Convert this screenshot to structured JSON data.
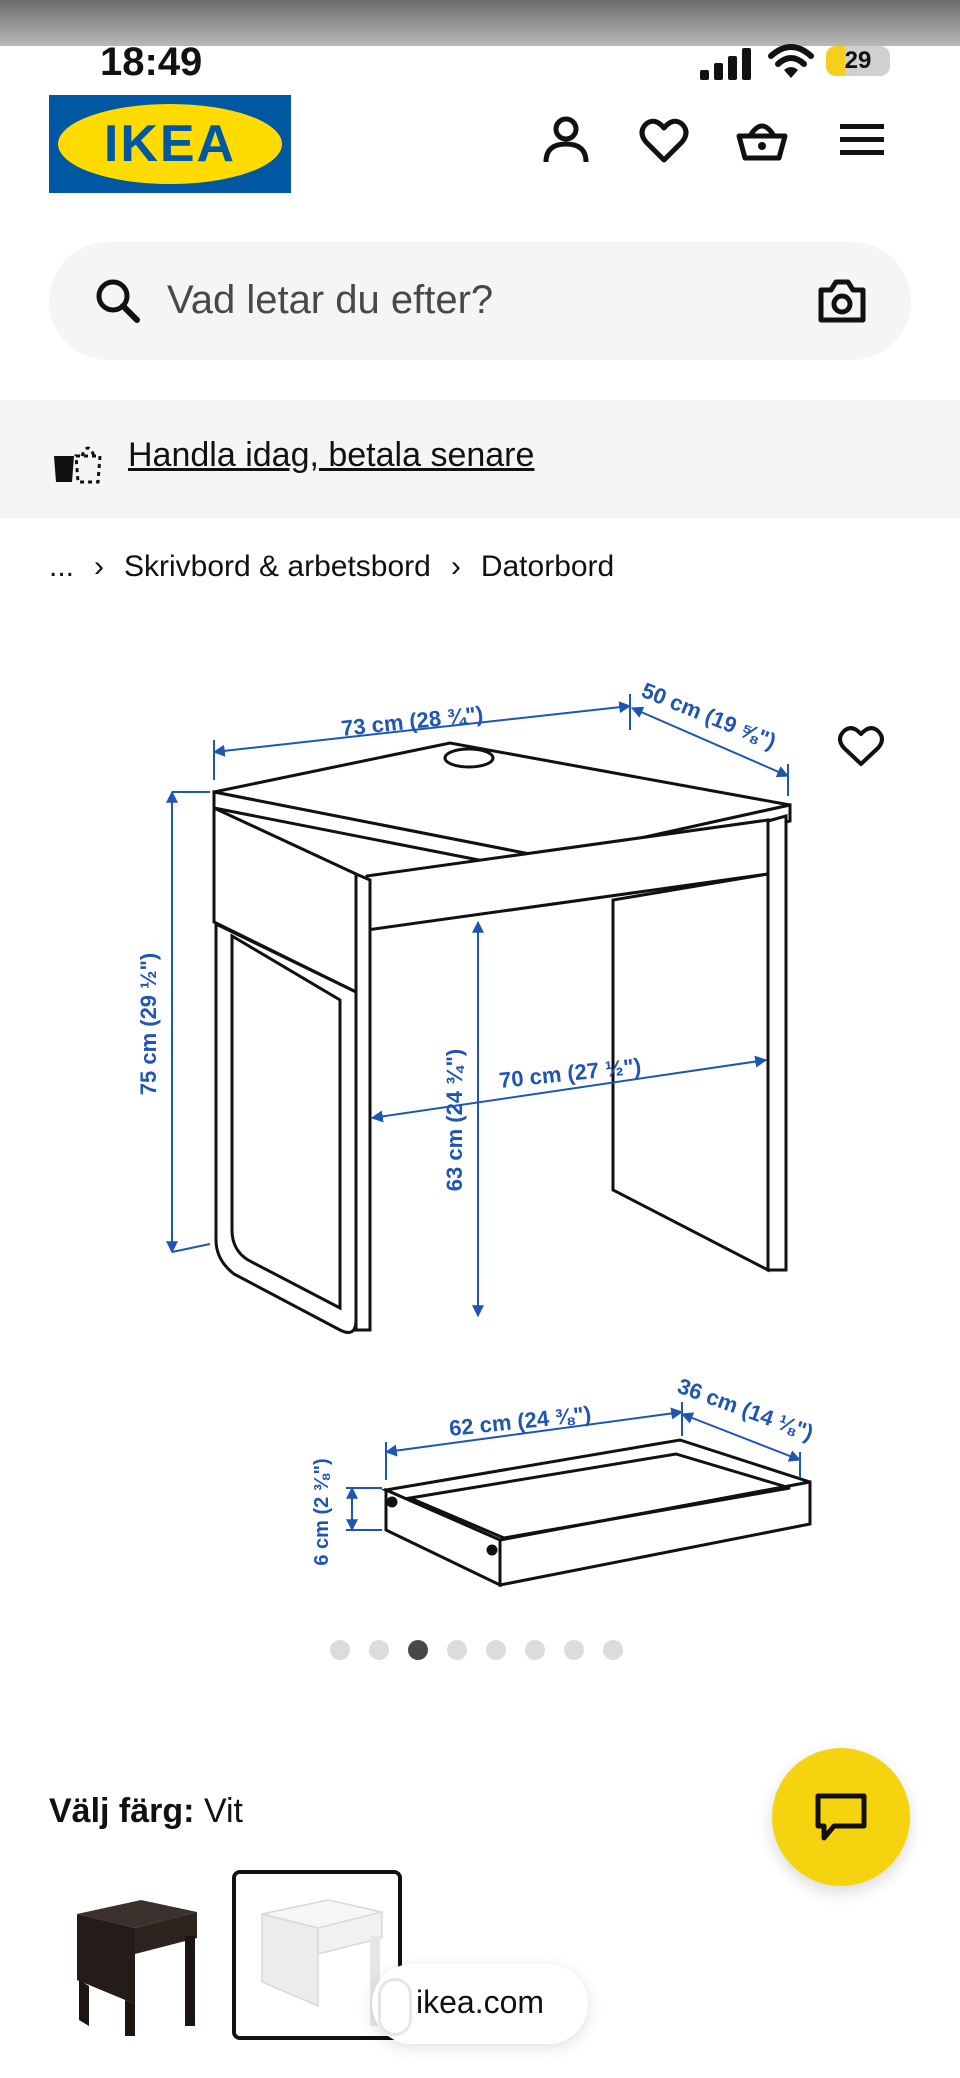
{
  "status": {
    "time": "18:49",
    "battery": "29",
    "battery_level": 0.29
  },
  "brand": {
    "logo_text": "IKEA",
    "blue": "#0058a3",
    "yellow": "#ffdb00"
  },
  "header": {
    "icons": [
      "user-icon",
      "heart-icon",
      "basket-icon",
      "menu-icon"
    ]
  },
  "search": {
    "placeholder": "Vad letar du efter?"
  },
  "promo": {
    "link_text": "Handla idag, betala senare"
  },
  "breadcrumb": {
    "items": [
      "...",
      "Skrivbord & arbetsbord",
      "Datorbord"
    ],
    "separator": "›"
  },
  "dimensions": {
    "desk_width": "73 cm (28 ¾\")",
    "desk_depth": "50 cm (19 ⅝\")",
    "desk_height": "75 cm (29 ½\")",
    "leg_height": "63 cm (24 ¾\")",
    "leg_width": "70 cm (27 ½\")",
    "drawer_width": "62 cm (24 ⅜\")",
    "drawer_depth": "36 cm (14 ⅛\")",
    "drawer_height": "6 cm (2 ⅜\")"
  },
  "carousel": {
    "count": 8,
    "active_index": 2
  },
  "color_selector": {
    "label": "Välj färg:",
    "selected": "Vit"
  },
  "browser": {
    "url": "ikea.com"
  },
  "accent": {
    "chat": "#f5d30f",
    "dimension_blue": "#1f55b4"
  }
}
